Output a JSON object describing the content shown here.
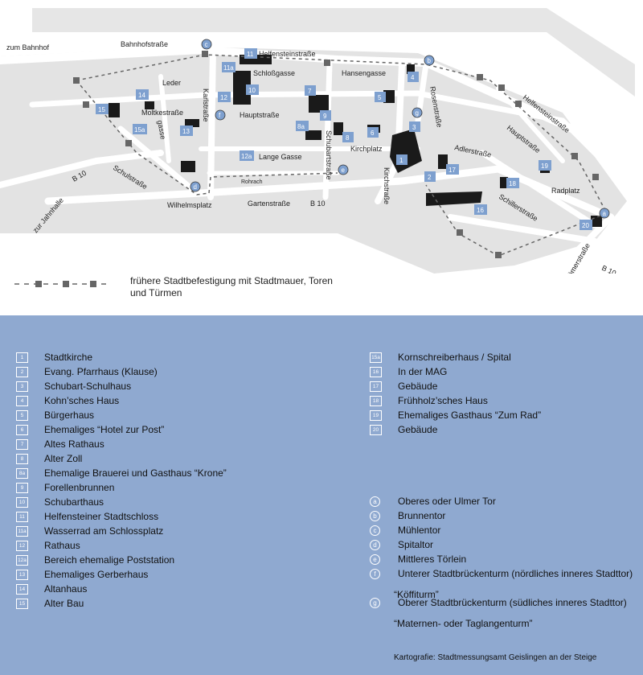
{
  "map": {
    "streets": {
      "bahnhof": "zum Bahnhof",
      "bahnhofstrasse": "Bahnhofstraße",
      "helfensteinstrasse": "Helfensteinstraße",
      "schlossgasse": "Schloßgasse",
      "hansengasse": "Hansengasse",
      "rosenstrasse": "Rosenstraße",
      "ledergasse_1": "Leder",
      "ledergasse_2": "gasse",
      "moltkestrasse": "Moltkestraße",
      "karlstrasse": "Karlstraße",
      "hauptstrasse": "Hauptstraße",
      "hauptstrasse_east": "Hauptstraße",
      "helfensteinstrasse_east": "Helfensteinstraße",
      "lange_gasse": "Lange Gasse",
      "schubartstrasse": "Schubartstraße",
      "kirchplatz": "Kirchplatz",
      "kirchstrasse": "Kirchstraße",
      "adlerstrasse": "Adlerstraße",
      "radplatz": "Radplatz",
      "schillerstrasse": "Schillerstraße",
      "schulstrasse": "Schulstraße",
      "jahnhalle": "zur Jahnhalle",
      "b10_west": "B 10",
      "b10_center": "B 10",
      "b10_east": "B 10",
      "rohrach": "Rohrach",
      "wilhelmsplatz": "Wilhelmsplatz",
      "gartenstrasse": "Gartenstraße",
      "roemerstrasse": "Römerstraße"
    },
    "markers": [
      "1",
      "2",
      "3",
      "4",
      "5",
      "6",
      "7",
      "8",
      "8a",
      "9",
      "10",
      "11",
      "11a",
      "12",
      "12a",
      "13",
      "14",
      "15",
      "15a",
      "16",
      "17",
      "18",
      "19",
      "20"
    ],
    "gates": [
      "a",
      "b",
      "c",
      "d",
      "e",
      "f",
      "g"
    ],
    "wall_legend": "frühere Stadtbefestigung mit Stadtmauer, Toren und Türmen"
  },
  "legend": {
    "left": [
      {
        "key": "1",
        "label": "Stadtkirche"
      },
      {
        "key": "2",
        "label": "Evang. Pfarrhaus (Klause)"
      },
      {
        "key": "3",
        "label": "Schubart-Schulhaus"
      },
      {
        "key": "4",
        "label": "Kohn’sches Haus"
      },
      {
        "key": "5",
        "label": "Bürgerhaus"
      },
      {
        "key": "6",
        "label": "Ehemaliges “Hotel zur Post”"
      },
      {
        "key": "7",
        "label": "Altes Rathaus"
      },
      {
        "key": "8",
        "label": "Alter Zoll"
      },
      {
        "key": "8a",
        "label": "Ehemalige Brauerei und Gasthaus “Krone”"
      },
      {
        "key": "9",
        "label": "Forellenbrunnen"
      },
      {
        "key": "10",
        "label": "Schubarthaus"
      },
      {
        "key": "11",
        "label": "Helfensteiner Stadtschloss"
      },
      {
        "key": "11a",
        "label": "Wasserrad am Schlossplatz"
      },
      {
        "key": "12",
        "label": "Rathaus"
      },
      {
        "key": "12a",
        "label": "Bereich ehemalige Poststation"
      },
      {
        "key": "13",
        "label": "Ehemaliges Gerberhaus"
      },
      {
        "key": "14",
        "label": "Altanhaus"
      },
      {
        "key": "15",
        "label": "Alter Bau"
      }
    ],
    "right": [
      {
        "key": "15a",
        "label": "Kornschreiberhaus / Spital"
      },
      {
        "key": "16",
        "label": "In der MAG"
      },
      {
        "key": "17",
        "label": "Gebäude"
      },
      {
        "key": "18",
        "label": "Frühholz’sches Haus"
      },
      {
        "key": "19",
        "label": "Ehemaliges Gasthaus “Zum Rad”"
      },
      {
        "key": "20",
        "label": "Gebäude"
      }
    ],
    "gates": [
      {
        "key": "a",
        "label": "Oberes oder Ulmer Tor"
      },
      {
        "key": "b",
        "label": "Brunnentor"
      },
      {
        "key": "c",
        "label": "Mühlentor"
      },
      {
        "key": "d",
        "label": "Spitaltor"
      },
      {
        "key": "e",
        "label": "Mittleres Törlein"
      },
      {
        "key": "f",
        "label": "Unterer Stadtbrückenturm (nördliches inneres Stadttor)"
      },
      {
        "key": "g",
        "label": "Oberer Stadtbrückenturm (südliches inneres Stadttor)"
      }
    ],
    "gate_f_sub": "“Köffiturm”",
    "gate_g_sub": "“Maternen- oder Taglangenturm”",
    "credit": "Kartografie: Stadtmessungsamt Geislingen an der Steige"
  },
  "colors": {
    "block": "#e3e3e3",
    "street": "#ffffff",
    "building": "#1a1a1a",
    "marker": "#7ea0cf",
    "legend_bg": "#8fa9d0",
    "wall": "#666666"
  }
}
